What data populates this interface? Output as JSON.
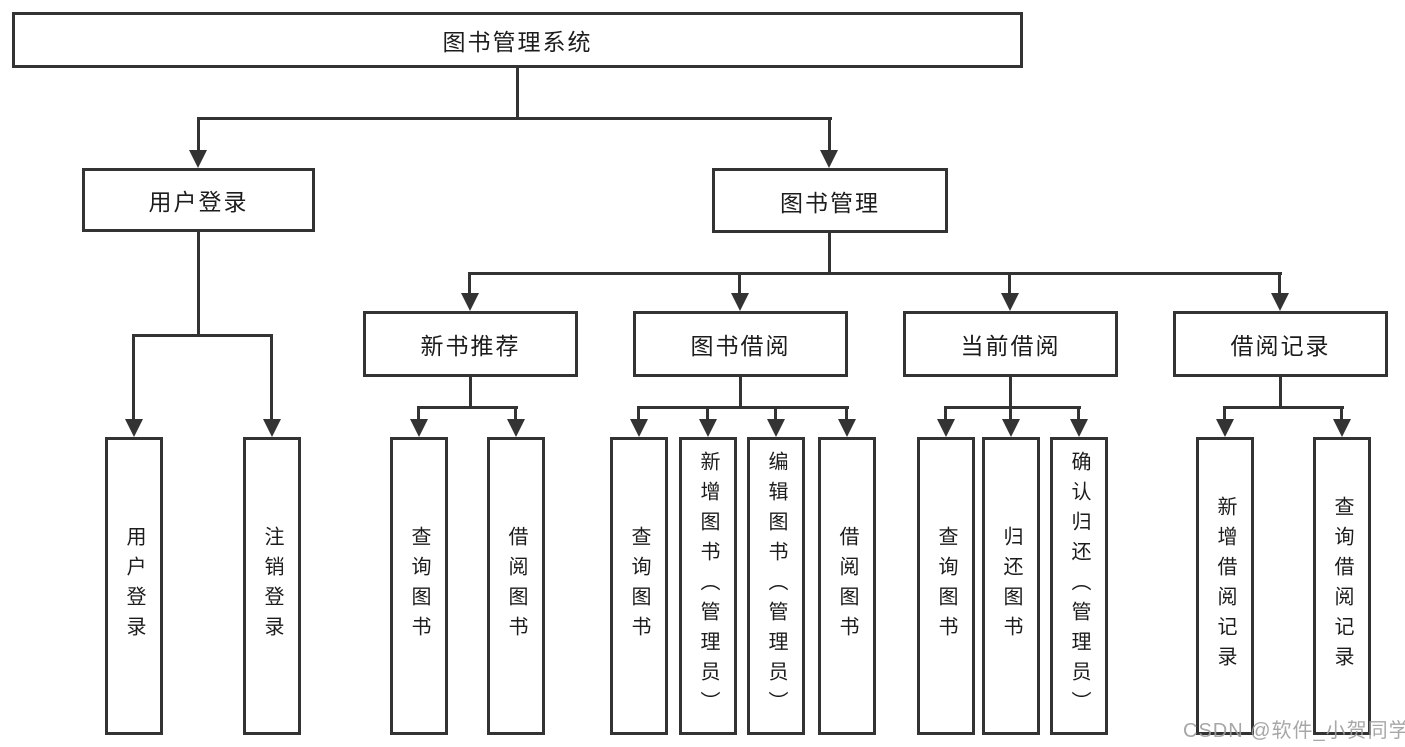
{
  "colors": {
    "line": "#333333",
    "text": "#1c1c1c",
    "watermark": "#9e9e9e",
    "background": "#ffffff"
  },
  "watermark": "CSDN @软件_小贺同学",
  "tree": {
    "label": "图书管理系统",
    "children": [
      {
        "label": "用户登录",
        "children": [
          {
            "label": "用户登录"
          },
          {
            "label": "注销登录"
          }
        ]
      },
      {
        "label": "图书管理",
        "children": [
          {
            "label": "新书推荐",
            "children": [
              {
                "label": "查询图书"
              },
              {
                "label": "借阅图书"
              }
            ]
          },
          {
            "label": "图书借阅",
            "children": [
              {
                "label": "查询图书"
              },
              {
                "label": "新增图书（管理员）"
              },
              {
                "label": "编辑图书（管理员）"
              },
              {
                "label": "借阅图书"
              }
            ]
          },
          {
            "label": "当前借阅",
            "children": [
              {
                "label": "查询图书"
              },
              {
                "label": "归还图书"
              },
              {
                "label": "确认归还（管理员）"
              }
            ]
          },
          {
            "label": "借阅记录",
            "children": [
              {
                "label": "新增借阅记录"
              },
              {
                "label": "查询借阅记录"
              }
            ]
          }
        ]
      }
    ]
  }
}
